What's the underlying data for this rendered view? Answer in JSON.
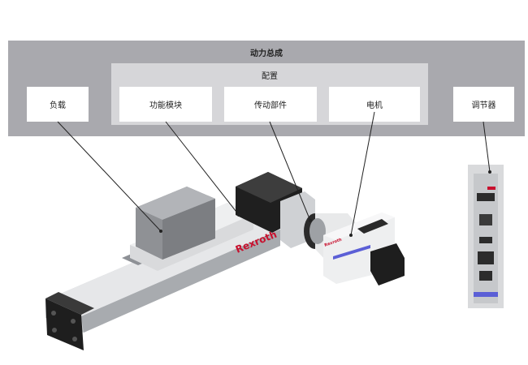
{
  "header": {
    "title": "动力总成"
  },
  "config": {
    "title": "配置"
  },
  "boxes": {
    "load": "负载",
    "function_module": "功能模块",
    "transmission": "传动部件",
    "motor": "电机",
    "controller": "调节器"
  },
  "brand": {
    "rail_logo": "Rexroth",
    "drive_logo": "Rexroth"
  },
  "colors": {
    "band": "#a9a9ae",
    "config": "#d6d6d9",
    "brand_red": "#c8102e"
  }
}
